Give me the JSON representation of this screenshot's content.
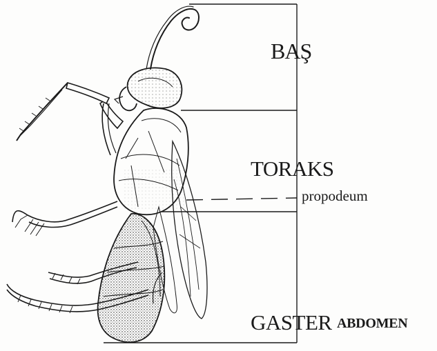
{
  "labels": {
    "head": "BAŞ",
    "thorax": "TORAKS",
    "propodeum": "propodeum",
    "gaster": "GASTER",
    "abdomen": "ABDOMEN"
  },
  "colors": {
    "ink": "#1a1a1a",
    "paper": "#fdfdfc"
  },
  "illustration": {
    "subject": "wasp-lateral-view-line-drawing"
  }
}
